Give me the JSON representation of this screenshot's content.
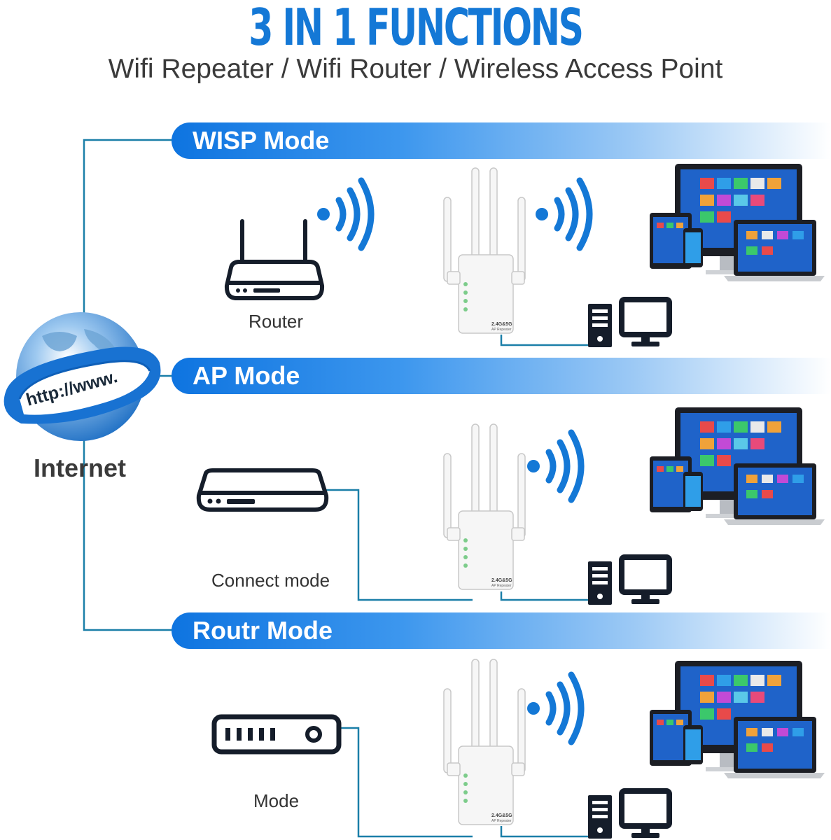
{
  "header": {
    "title": "3 IN 1 FUNCTIONS",
    "subtitle": "Wifi Repeater / Wifi Router / Wireless Access Point"
  },
  "internet": {
    "label": "Internet",
    "globe_text": "http://www."
  },
  "modes": [
    {
      "label": "WISP Mode",
      "source_caption": "Router"
    },
    {
      "label": "AP Mode",
      "source_caption": "Connect mode"
    },
    {
      "label": "Routr Mode",
      "source_caption": "Mode"
    }
  ],
  "repeater": {
    "badge": "2.4G&5G",
    "sublabel": "AP Repeater"
  },
  "colors": {
    "accent": "#1478d6",
    "line": "#1b7fa8",
    "icon": "#151d2a"
  }
}
